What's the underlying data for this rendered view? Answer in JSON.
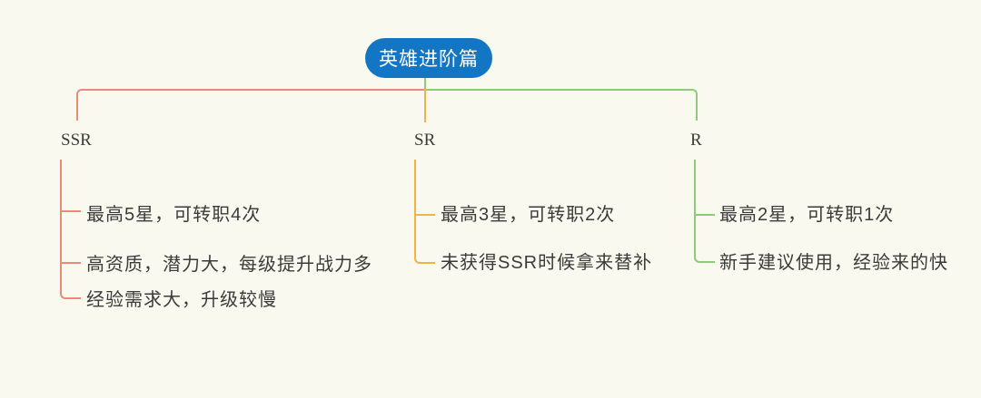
{
  "canvas": {
    "background_color": "#FAF9EF"
  },
  "root_node": {
    "label": "英雄进阶篇",
    "fill_color": "#1276C4",
    "text_color": "#FFFFFF"
  },
  "branches": [
    {
      "label": "SSR",
      "line_color": "#EA8A7A",
      "items": [
        "最高5星，可转职4次",
        "高资质，潜力大，每级提升战力多",
        "经验需求大，升级较慢"
      ]
    },
    {
      "label": "SR",
      "line_color": "#F0B44C",
      "items": [
        "最高3星，可转职2次",
        "未获得SSR时候拿来替补"
      ]
    },
    {
      "label": "R",
      "line_color": "#8FC97B",
      "items": [
        "最高2星，可转职1次",
        "新手建议使用，经验来的快"
      ]
    }
  ]
}
